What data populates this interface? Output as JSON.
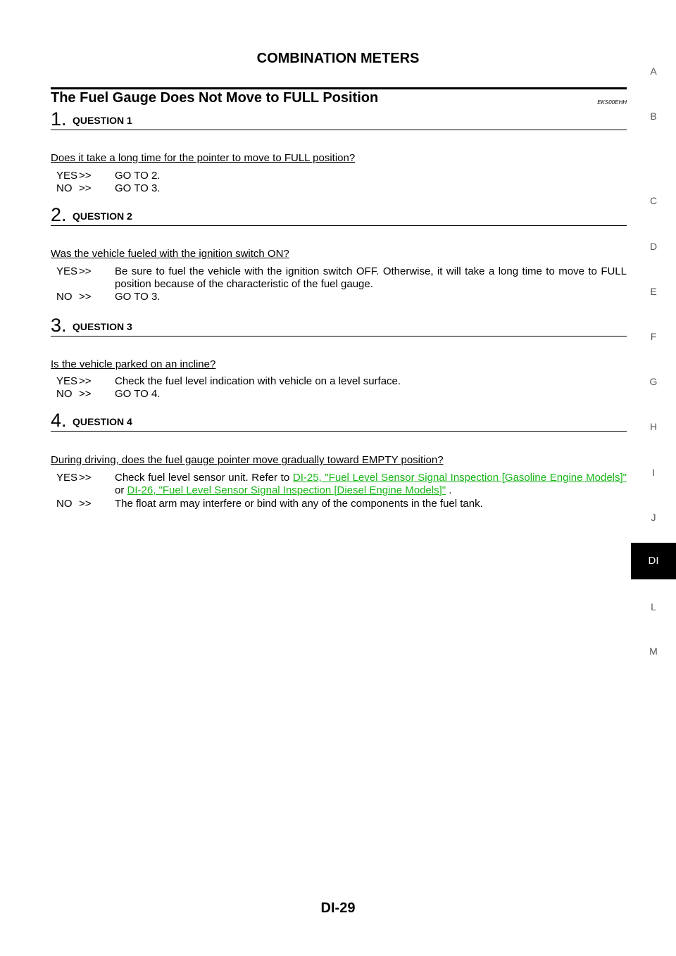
{
  "header": {
    "title": "COMBINATION METERS"
  },
  "section": {
    "title": "The Fuel Gauge Does Not Move to FULL Position",
    "code": "EKS00EHH"
  },
  "steps": [
    {
      "num": "1.",
      "title": "QUESTION 1",
      "question": "Does it take a long time for the pointer to move to FULL position?",
      "answers": [
        {
          "key": "YES",
          "sep": ">>",
          "text": "GO TO 2."
        },
        {
          "key": "NO",
          "sep": ">>",
          "text": "GO TO 3."
        }
      ]
    },
    {
      "num": "2.",
      "title": "QUESTION 2",
      "question": "Was the vehicle fueled with the ignition switch ON?",
      "answers": [
        {
          "key": "YES",
          "sep": ">>",
          "text": "Be sure to fuel the vehicle with the ignition switch OFF. Otherwise, it will take a long time to move to FULL position because of the characteristic of the fuel gauge."
        },
        {
          "key": "NO",
          "sep": ">>",
          "text": "GO TO 3."
        }
      ]
    },
    {
      "num": "3.",
      "title": "QUESTION 3",
      "question": "Is the vehicle parked on an incline?",
      "answers": [
        {
          "key": "YES",
          "sep": ">>",
          "text": "Check the fuel level indication with vehicle on a level surface."
        },
        {
          "key": "NO",
          "sep": ">>",
          "text": "GO TO 4."
        }
      ]
    },
    {
      "num": "4.",
      "title": "QUESTION 4",
      "question": "During driving, does the fuel gauge pointer move gradually toward EMPTY position?",
      "answers": [
        {
          "key": "YES",
          "sep": ">>",
          "text_before": "Check fuel level sensor unit. Refer to ",
          "link1": "DI-25, \"Fuel Level Sensor Signal Inspection [Gasoline Engine Models]\"",
          "middle": " or ",
          "link2": "DI-26, \"Fuel Level Sensor Signal Inspection [Diesel Engine Models]\"",
          "text_after": " ."
        },
        {
          "key": "NO",
          "sep": ">>",
          "text": "The float arm may interfere or bind with any of the components in the fuel tank."
        }
      ]
    }
  ],
  "side_index": [
    "A",
    "B",
    "C",
    "D",
    "E",
    "F",
    "G",
    "H",
    "I",
    "J",
    "DI",
    "L",
    "M"
  ],
  "footer": {
    "page_number": "DI-29"
  },
  "colors": {
    "link": "#19b619",
    "side_tab_bg": "#000000"
  }
}
